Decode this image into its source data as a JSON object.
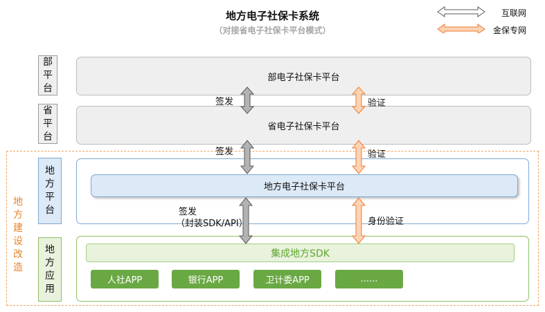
{
  "header": {
    "title": "地方电子社保卡系统",
    "subtitle": "（对接省电子社保卡平台模式）"
  },
  "legend": {
    "internet": "互联网",
    "jinbao": "金保专网"
  },
  "levels": {
    "ministry": "部平台",
    "province": "省平台",
    "local_platform": "地方平台",
    "local_app": "地方应用"
  },
  "platforms": {
    "ministry": "部电子社保卡平台",
    "province": "省电子社保卡平台",
    "local": "地方电子社保卡平台"
  },
  "sdk": "集成地方SDK",
  "apps": [
    "人社APP",
    "银行APP",
    "卫计委APP",
    "......"
  ],
  "links": {
    "issue": "签发",
    "verify": "验证",
    "issue_sdk_line1": "签发",
    "issue_sdk_line2": "（封装SDK/API）",
    "identity_verify": "身份验证"
  },
  "local_construction": "地方建设改造",
  "colors": {
    "internet_arrow": "#a6a6a6",
    "jinbao_arrow": "#f4b183",
    "local_dashed": "#f0a25e",
    "app_green": "#6aa843"
  }
}
